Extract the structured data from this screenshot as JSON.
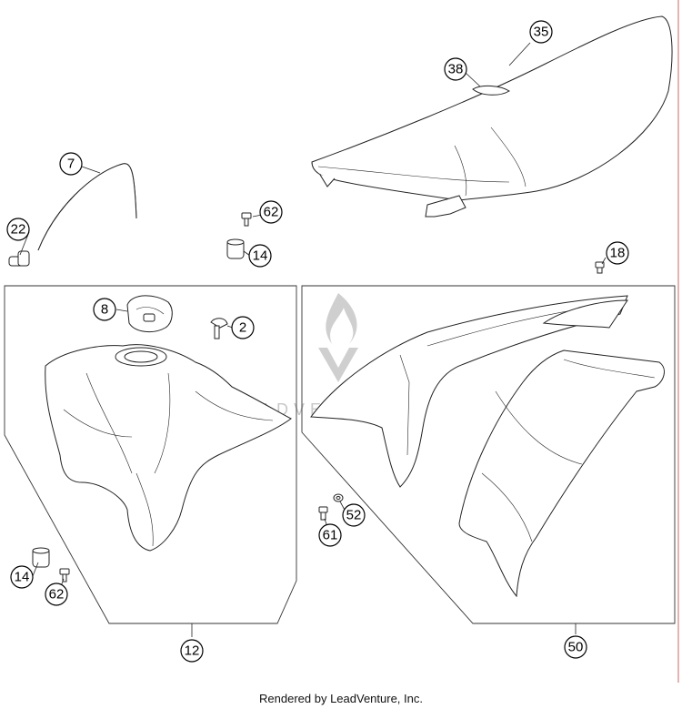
{
  "watermark": {
    "text": "LEADVENTURE"
  },
  "footer": {
    "text": "Rendered by LeadVenture, Inc."
  },
  "callouts": {
    "seat": "35",
    "seat_insert": "38",
    "hose": "7",
    "elbow": "22",
    "screw_top": "62",
    "spacer_top": "14",
    "screw_right": "18",
    "cap": "8",
    "bolt_tank": "2",
    "spacer_bottom": "14",
    "screw_bottom": "62",
    "tank_group": "12",
    "shroud_screw": "61",
    "shroud_washer": "52",
    "shroud_group": "50"
  }
}
